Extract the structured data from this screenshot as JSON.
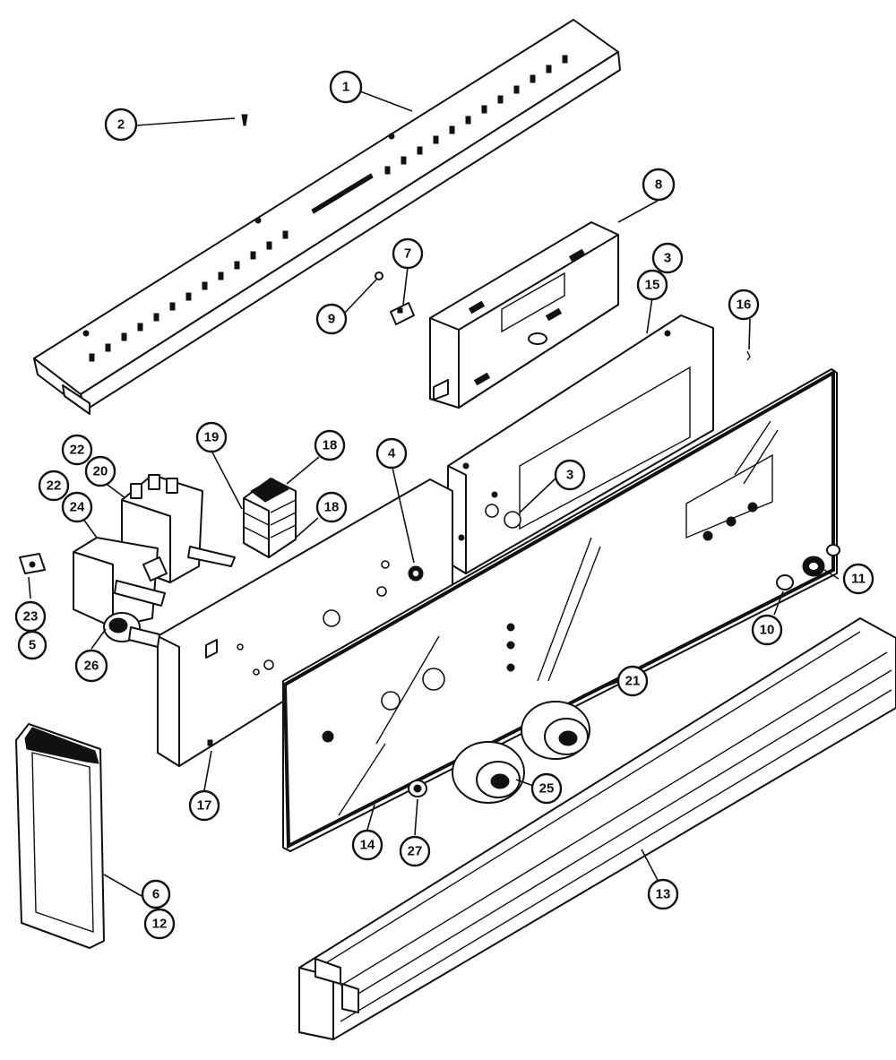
{
  "callouts": [
    {
      "id": "c1",
      "label": "1"
    },
    {
      "id": "c2",
      "label": "2"
    },
    {
      "id": "c8a",
      "label": "8"
    },
    {
      "id": "c7",
      "label": "7"
    },
    {
      "id": "c9",
      "label": "9"
    },
    {
      "id": "c3a",
      "label": "3"
    },
    {
      "id": "c15",
      "label": "15"
    },
    {
      "id": "c16",
      "label": "16"
    },
    {
      "id": "c22a",
      "label": "22"
    },
    {
      "id": "c20",
      "label": "20"
    },
    {
      "id": "c22b",
      "label": "22"
    },
    {
      "id": "c24",
      "label": "24"
    },
    {
      "id": "c19",
      "label": "19"
    },
    {
      "id": "c18a",
      "label": "18"
    },
    {
      "id": "c18b",
      "label": "18"
    },
    {
      "id": "c4",
      "label": "4"
    },
    {
      "id": "c3b",
      "label": "3"
    },
    {
      "id": "c23",
      "label": "23"
    },
    {
      "id": "c5",
      "label": "5"
    },
    {
      "id": "c26",
      "label": "26"
    },
    {
      "id": "c11",
      "label": "11"
    },
    {
      "id": "c10",
      "label": "10"
    },
    {
      "id": "c21",
      "label": "21"
    },
    {
      "id": "c25",
      "label": "25"
    },
    {
      "id": "c17",
      "label": "17"
    },
    {
      "id": "c14",
      "label": "14"
    },
    {
      "id": "c27",
      "label": "27"
    },
    {
      "id": "c13",
      "label": "13"
    },
    {
      "id": "c6",
      "label": "6"
    },
    {
      "id": "c12",
      "label": "12"
    }
  ]
}
